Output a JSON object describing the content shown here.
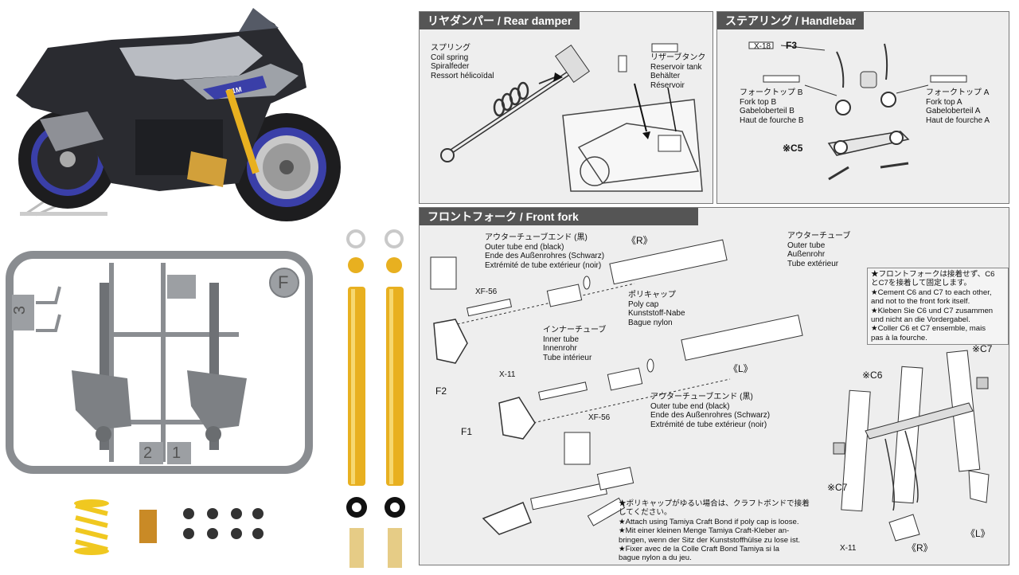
{
  "colors": {
    "panel_header": "#555555",
    "panel_bg": "#eeeeee",
    "gold": "#e8b020",
    "blue": "#3a3fa8",
    "sprue_gray": "#8a8d91"
  },
  "rear_damper": {
    "title": "リヤダンパー / Rear damper",
    "coil_spring": [
      "スプリング",
      "Coil spring",
      "Spiralfeder",
      "Ressort hélicoïdal"
    ],
    "reservoir_tank": [
      "リザーブタンク",
      "Reservoir tank",
      "Behälter",
      "Réservoir"
    ]
  },
  "handlebar": {
    "title": "ステアリング / Handlebar",
    "x18": "X-18",
    "f3": "F3",
    "fork_top_b": [
      "フォークトップ B",
      "Fork top B",
      "Gabeloberteil B",
      "Haut de fourche B"
    ],
    "fork_top_a": [
      "フォークトップ A",
      "Fork top A",
      "Gabeloberteil A",
      "Haut de fourche A"
    ],
    "c5": "※C5"
  },
  "front_fork": {
    "title": "フロントフォーク / Front fork",
    "outer_tube_end_top": [
      "アウターチューブエンド (黒)",
      "Outer tube end (black)",
      "Ende des Außenrohres (Schwarz)",
      "Extrémité de tube extérieur (noir)"
    ],
    "outer_tube_end_bottom": [
      "アウターチューブエンド (黒)",
      "Outer tube end (black)",
      "Ende des Außenrohres (Schwarz)",
      "Extrémité de tube extérieur (noir)"
    ],
    "outer_tube": [
      "アウターチューブ",
      "Outer tube",
      "Außenrohr",
      "Tube extérieur"
    ],
    "poly_cap": [
      "ポリキャップ",
      "Poly cap",
      "Kunststoff-Nabe",
      "Bague nylon"
    ],
    "inner_tube": [
      "インナーチューブ",
      "Inner tube",
      "Innenrohr",
      "Tube intérieur"
    ],
    "r_mark": "《R》",
    "l_mark": "《L》",
    "xf56_top": "XF-56",
    "xf56_bottom": "XF-56",
    "x11_top": "X-11",
    "x11_bottom": "X-11",
    "f1": "F1",
    "f2": "F2",
    "c6": "※C6",
    "c7_top": "※C7",
    "c7_bottom": "※C7",
    "r_bottom": "《R》",
    "l_bottom": "《L》",
    "note_box": [
      "★フロントフォークは接着せず、C6",
      "とC7を接着して固定します。",
      "★Cement C6 and C7 to each other,",
      "and not to the front fork itself.",
      "★Kleben Sie C6 und C7 zusammen",
      "und nicht an die Vordergabel.",
      "★Coller C6 et C7 ensemble, mais",
      "pas à la fourche."
    ],
    "poly_note": [
      "★ポリキャップがゆるい場合は、クラフトボンドで接着",
      "してください。",
      "★Attach using Tamiya Craft Bond if poly cap is loose.",
      "★Mit einer kleinen Menge Tamiya Craft-Kleber an-",
      "bringen, wenn der Sitz der Kunststoffhülse zu lose ist.",
      "★Fixer avec de la Colle Craft Bond Tamiya si la",
      "bague nylon a du jeu."
    ]
  },
  "sprue": {
    "letter": "F",
    "num_3": "3",
    "num_2": "2",
    "num_1": "1"
  },
  "motorcycle": {
    "badge": "R1M"
  }
}
